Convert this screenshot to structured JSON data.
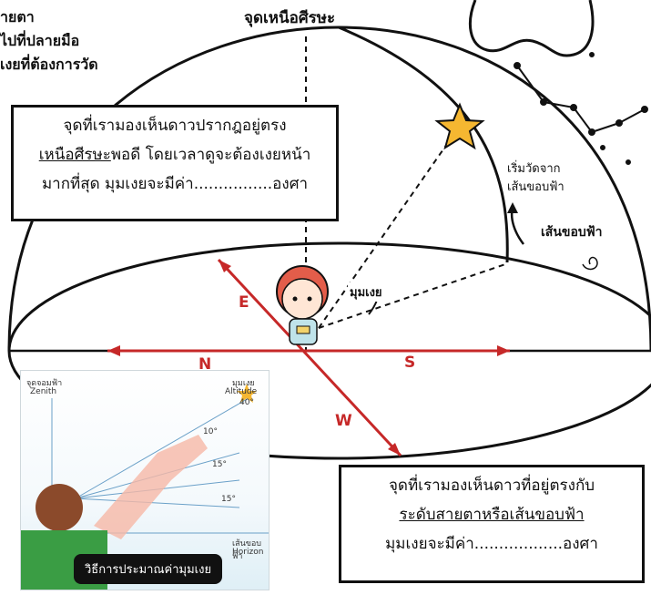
{
  "top_left_lines": [
    "ายตา",
    "ไปที่ปลายมือ",
    "เงยที่ต้องการวัด"
  ],
  "zenith_title": "จุดเหนือศีรษะ",
  "box_top": {
    "line1": "จุดที่เรามองเห็นดาวปรากฎอยู่ตรง",
    "line2_underlined": "เหนือศีรษะ",
    "line2_rest": "พอดี โดยเวลาดูจะต้องเงยหน้า",
    "line3": "มากที่สุด มุมเงยจะมีค่า................องศา"
  },
  "start_measure": [
    "เริ่มวัดจาก",
    "เส้นขอบฟ้า"
  ],
  "horizon_label": "เส้นขอบฟ้า",
  "altitude_label": "มุมเงย",
  "directions": {
    "e": "E",
    "n": "N",
    "s": "S",
    "w": "W"
  },
  "box_bottom": {
    "line1": "จุดที่เรามองเห็นดาวที่อยู่ตรงกับ",
    "line2_underlined": "ระดับสายตาหรือเส้นขอบฟ้า",
    "line3": "มุมเงยจะมีค่า..................องศา"
  },
  "inset": {
    "zenith_th": "จุดจอมฟ้า",
    "zenith_en": "Zenith",
    "altitude_th": "มุมเงย",
    "altitude_en": "Altitude",
    "altitude_value": "40°",
    "angles": [
      "10°",
      "15°",
      "15°"
    ],
    "horizon_th": "เส้นขอบฟ้า",
    "horizon_en": "Horizon",
    "caption": "วิธีการประมาณค่ามุมเงย"
  },
  "colors": {
    "direction_line": "#c62828",
    "star": "#f5b731",
    "outline": "#111111"
  }
}
